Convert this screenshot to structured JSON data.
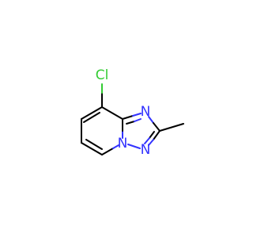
{
  "molecule": {
    "atoms": {
      "chlorine": {
        "label": "Cl",
        "color": "#33cc33"
      },
      "nitrogen_top": {
        "label": "N",
        "color": "#3333ff"
      },
      "nitrogen_bridge": {
        "label": "N",
        "color": "#3333ff"
      },
      "nitrogen_bottom": {
        "label": "N",
        "color": "#3333ff"
      }
    },
    "colors": {
      "carbon_bond": "#000000",
      "nitrogen": "#3333ff",
      "chlorine": "#33cc33",
      "background": "#ffffff"
    }
  }
}
